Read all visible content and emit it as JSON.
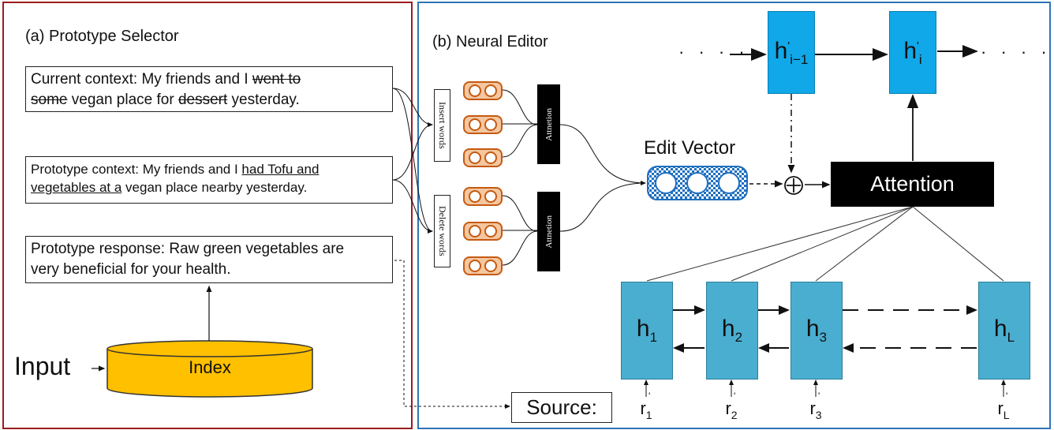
{
  "panel_a": {
    "title": "(a) Prototype Selector",
    "current_context": {
      "label": "Current context: My friends and I ",
      "struck_1": "went to",
      "struck_2": "some",
      "mid": " vegan place for ",
      "struck_3": "dessert",
      "end": " yesterday."
    },
    "prototype_context": {
      "label": "Prototype context: My friends and I ",
      "underlined_1": "had Tofu and",
      "underlined_2": "vegetables at a",
      "end": " vegan place nearby yesterday."
    },
    "prototype_response": {
      "line1": "Prototype response: Raw green vegetables are",
      "line2": "very beneficial for your health."
    },
    "input_label": "Input",
    "index_label": "Index"
  },
  "panel_b": {
    "title": "(b) Neural Editor",
    "insert_words": "Insert words",
    "delete_words": "Delete words",
    "attention_small": "Attnetion",
    "edit_vector": "Edit Vector",
    "attention_big": "Attention",
    "source": "Source:",
    "top_h": [
      {
        "base": "h",
        "sup": "'",
        "sub": "i−1"
      },
      {
        "base": "h",
        "sup": "'",
        "sub": "i"
      }
    ],
    "bottom_h": [
      {
        "base": "h",
        "sub": "1"
      },
      {
        "base": "h",
        "sub": "2"
      },
      {
        "base": "h",
        "sub": "3"
      },
      {
        "base": "h",
        "sub": "L"
      }
    ],
    "r_labels": [
      {
        "base": "r",
        "sup": "'",
        "sub": "1"
      },
      {
        "base": "r",
        "sup": "'",
        "sub": "2"
      },
      {
        "base": "r",
        "sup": "'",
        "sub": "3"
      },
      {
        "base": "r",
        "sup": "'",
        "sub": "L"
      }
    ],
    "dots": "· · · ·"
  },
  "colors": {
    "panel_a_border": "#9b1c1c",
    "panel_b_border": "#2e75b6",
    "index_fill": "#ffc000",
    "encoder_cell": "#4aaed0",
    "decoder_cell": "#10a8e8",
    "word_vector": "#c55a11",
    "edit_vector": "#1f6fc0"
  }
}
